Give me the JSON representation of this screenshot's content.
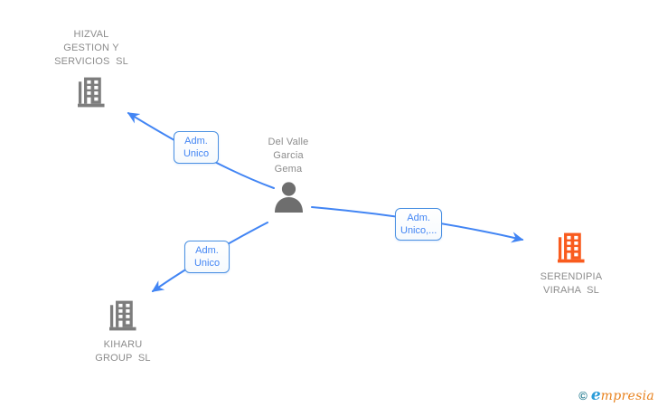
{
  "diagram": {
    "person": {
      "name": "Del Valle\nGarcia\nGema"
    },
    "companies": [
      {
        "name": "HIZVAL\nGESTION Y\nSERVICIOS  SL",
        "icon_color": "gray"
      },
      {
        "name": "SERENDIPIA\nVIRAHA  SL",
        "icon_color": "orange"
      },
      {
        "name": "KIHARU\nGROUP  SL",
        "icon_color": "gray"
      }
    ],
    "edges": [
      {
        "from": "Del Valle Garcia Gema",
        "to": "HIZVAL GESTION Y SERVICIOS SL",
        "label": "Adm.\nUnico"
      },
      {
        "from": "Del Valle Garcia Gema",
        "to": "SERENDIPIA VIRAHA SL",
        "label": "Adm.\nUnico,..."
      },
      {
        "from": "Del Valle Garcia Gema",
        "to": "KIHARU GROUP SL",
        "label": "Adm.\nUnico"
      }
    ],
    "colors": {
      "edge": "#4285f4",
      "label_border": "#4a90e2",
      "label_text": "#4285f4",
      "node_text": "#8c8c8c",
      "building_gray": "#7d7d7d",
      "person_gray": "#6e6e6e",
      "building_orange": "#f95b1e",
      "brand_teal": "#2a7f93",
      "brand_blue": "#2a9cd8",
      "brand_orange": "#e8821e"
    }
  },
  "footer": {
    "copyright": "©",
    "brand_e": "e",
    "brand_rest": "mpresia"
  }
}
